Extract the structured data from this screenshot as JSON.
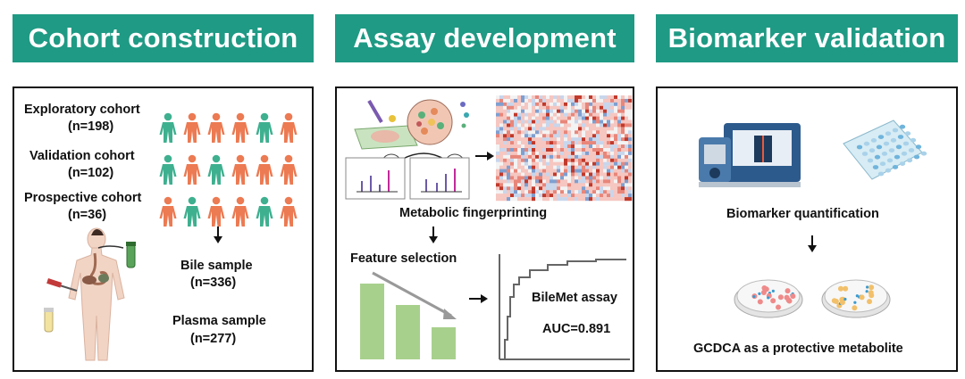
{
  "headers": {
    "cohort": "Cohort construction",
    "assay": "Assay development",
    "biomarker": "Biomarker validation"
  },
  "cohort_panel": {
    "cohorts": [
      {
        "name": "Exploratory cohort",
        "n": "(n=198)"
      },
      {
        "name": "Validation cohort",
        "n": "(n=102)"
      },
      {
        "name": "Prospective cohort",
        "n": "(n=36)"
      }
    ],
    "samples": [
      {
        "name": "Bile sample",
        "n": "(n=336)"
      },
      {
        "name": "Plasma sample",
        "n": "(n=277)"
      }
    ],
    "colors": {
      "green_person": "#3fb08f",
      "orange_person": "#ec7a52"
    }
  },
  "assay_panel": {
    "fingerprinting_label": "Metabolic fingerprinting",
    "feature_label": "Feature selection",
    "assay_name": "BileMet assay",
    "auc_label": "AUC=0.891",
    "bar_color": "#a8d08d"
  },
  "biomarker_panel": {
    "quant_label": "Biomarker quantification",
    "conclusion_label": "GCDCA as a protective metabolite"
  }
}
